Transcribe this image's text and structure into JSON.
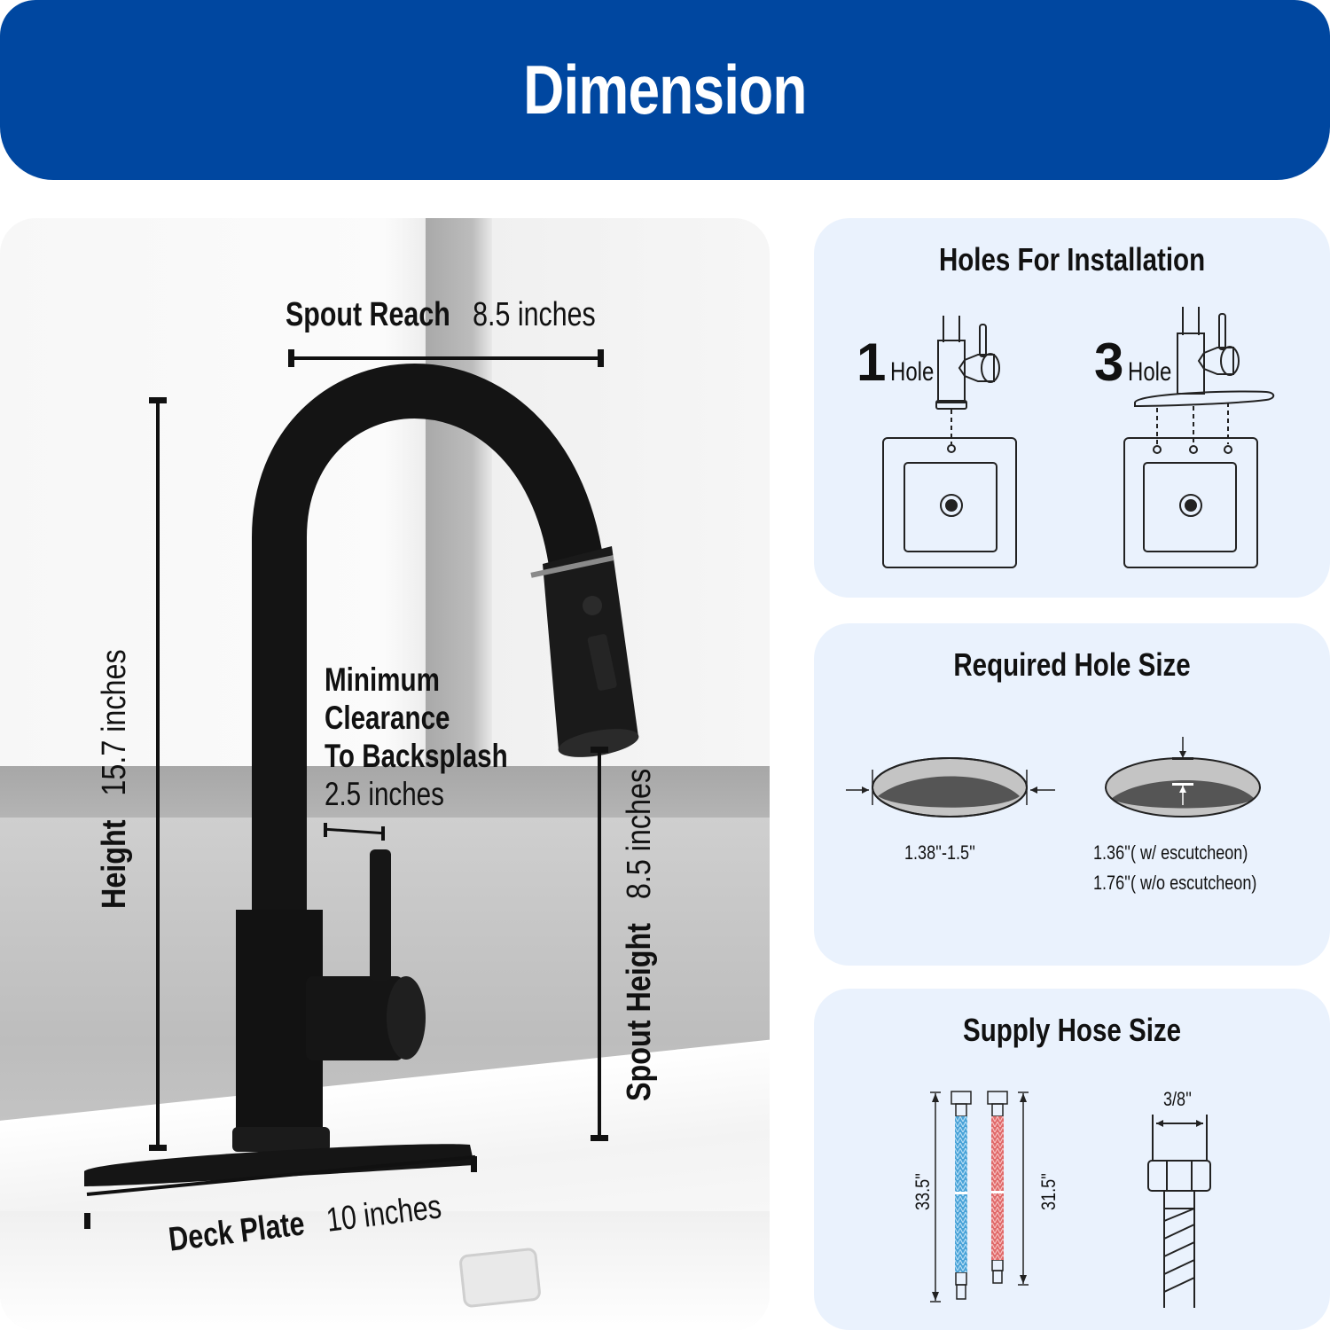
{
  "banner": {
    "title": "Dimension",
    "color": "#0047a0"
  },
  "photo_panel": {
    "spout_reach": {
      "label": "Spout Reach",
      "value": "8.5 inches"
    },
    "height": {
      "label": "Height",
      "value": "15.7 inches"
    },
    "min_clearance": {
      "line1": "Minimum",
      "line2": "Clearance",
      "line3": "To Backsplash",
      "value": "2.5 inches"
    },
    "spout_height": {
      "label": "Spout Height",
      "value": "8.5 inches"
    },
    "deck_plate": {
      "label": "Deck Plate",
      "value": "10 inches"
    }
  },
  "cards": {
    "holes": {
      "title": "Holes For Installation",
      "options": [
        {
          "number": "1",
          "label": "Hole"
        },
        {
          "number": "3",
          "label": "Hole"
        }
      ]
    },
    "hole_size": {
      "title": "Required Hole Size",
      "left_caption": "1.38''-1.5''",
      "right_caption_1": "1.36''( w/ escutcheon)",
      "right_caption_2": "1.76''( w/o escutcheon)"
    },
    "hose": {
      "title": "Supply Hose Size",
      "cold_length": "33.5''",
      "hot_length": "31.5''",
      "connector_size": "3/8''",
      "cold_color": "#4aa3d8",
      "hot_color": "#e06a6a"
    }
  }
}
